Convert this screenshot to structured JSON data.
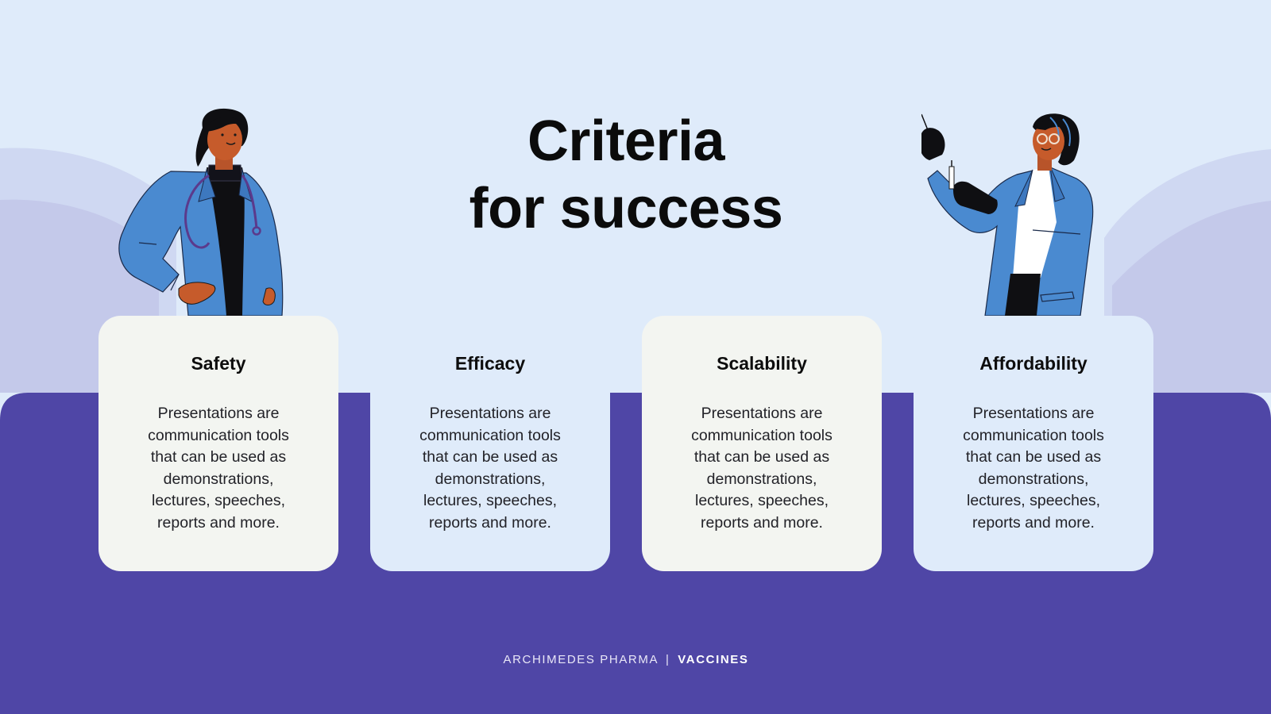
{
  "slide": {
    "title_line1": "Criteria",
    "title_line2": "for success"
  },
  "cards": [
    {
      "heading": "Safety",
      "text": "Presentations are communication tools that can be used as demonstrations, lectures, speeches, reports and more."
    },
    {
      "heading": "Efficacy",
      "text": "Presentations are communication tools that can be used as demonstrations, lectures, speeches, reports and more."
    },
    {
      "heading": "Scalability",
      "text": "Presentations are communication tools that can be used as demonstrations, lectures, speeches, reports and more."
    },
    {
      "heading": "Affordability",
      "text": "Presentations are communication tools that can be used as demonstrations, lectures, speeches, reports and more."
    }
  ],
  "footer": {
    "company": "ARCHIMEDES PHARMA",
    "separator": "|",
    "section": "VACCINES"
  },
  "colors": {
    "background": "#dfebfa",
    "band": "#4f46a6",
    "hills_light": "#cfd8f2",
    "hills_dark": "#c4c9ea",
    "card_light": "#f3f5f1",
    "card_blue": "#dfebfa",
    "coat_blue": "#4a8ad0"
  },
  "icons": {
    "left_figure": "doctor-with-stethoscope-illustration",
    "right_figure": "doctor-with-syringe-illustration"
  }
}
